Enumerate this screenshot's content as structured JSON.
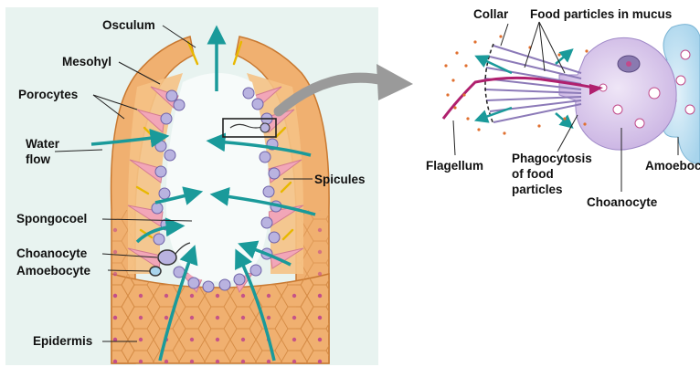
{
  "labels": {
    "osculum": "Osculum",
    "mesohyl": "Mesohyl",
    "porocytes": "Porocytes",
    "water_flow_1": "Water",
    "water_flow_2": "flow",
    "spicules": "Spicules",
    "spongocoel": "Spongocoel",
    "choanocyte_left": "Choanocyte",
    "amoebocyte_left": "Amoebocyte",
    "epidermis": "Epidermis",
    "collar": "Collar",
    "food_particles": "Food particles in mucus",
    "flagellum": "Flagellum",
    "phagocytosis_1": "Phagocytosis",
    "phagocytosis_2": "of food",
    "phagocytosis_3": "particles",
    "choanocyte_right": "Choanocyte",
    "amoebocyte_right": "Amoeboc"
  },
  "colors": {
    "panel_bg": "#e8f3f0",
    "body_wall": "#f0b070",
    "body_wall_dark": "#c87830",
    "porocyte_pink": "#f2a6b8",
    "choanocyte_purple": "#b9b3e0",
    "water_arrow": "#1a9a9a",
    "spicule_yellow": "#f5d21a",
    "amoebocyte_blue": "#a8d4ec",
    "flagellum_magenta": "#b0206e",
    "zoom_arrow": "#9a9a9a"
  }
}
